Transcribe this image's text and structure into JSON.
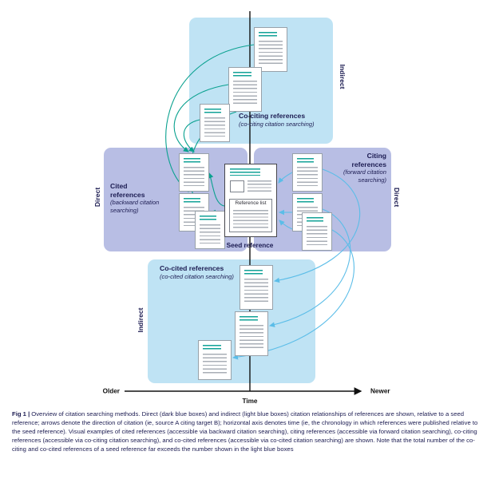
{
  "figure": {
    "caption_label": "Fig 1 |",
    "caption_text": "Overview of citation searching methods. Direct (dark blue boxes) and indirect (light blue boxes) citation relationships of references are shown, relative to a seed reference; arrows denote the direction of citation (ie, source A citing target B); horizontal axis denotes time (ie, the chronology in which references were published relative to the seed reference). Visual examples of cited references (accessible via backward citation searching), citing references (accessible via forward citation searching), co-citing references (accessible via co-citing citation searching), and co-cited references (accessible via co-cited citation searching) are shown. Note that the total number of the co-citing and co-cited references of a seed reference far exceeds the number shown in the light blue boxes"
  },
  "axis": {
    "older": "Older",
    "newer": "Newer",
    "time": "Time"
  },
  "seed": {
    "reference_list": "Reference list",
    "label": "Seed reference"
  },
  "regions": {
    "co_citing": {
      "title": "Co-citing references",
      "subtitle": "(co-citing citation searching)",
      "direction": "Indirect"
    },
    "cited": {
      "title": "Cited references",
      "subtitle": "(backward citation searching)",
      "direction": "Direct"
    },
    "citing": {
      "title": "Citing references",
      "subtitle": "(forward citation searching)",
      "direction": "Direct"
    },
    "co_cited": {
      "title": "Co-cited references",
      "subtitle": "(co-cited citation searching)",
      "direction": "Indirect"
    }
  },
  "colors": {
    "indirect_box": "#bfe3f4",
    "direct_box": "#b8bee4",
    "cited_arrow_green": "#0aa18f",
    "citing_arrow_blue": "#5bbde8",
    "text": "#1c1c52"
  }
}
